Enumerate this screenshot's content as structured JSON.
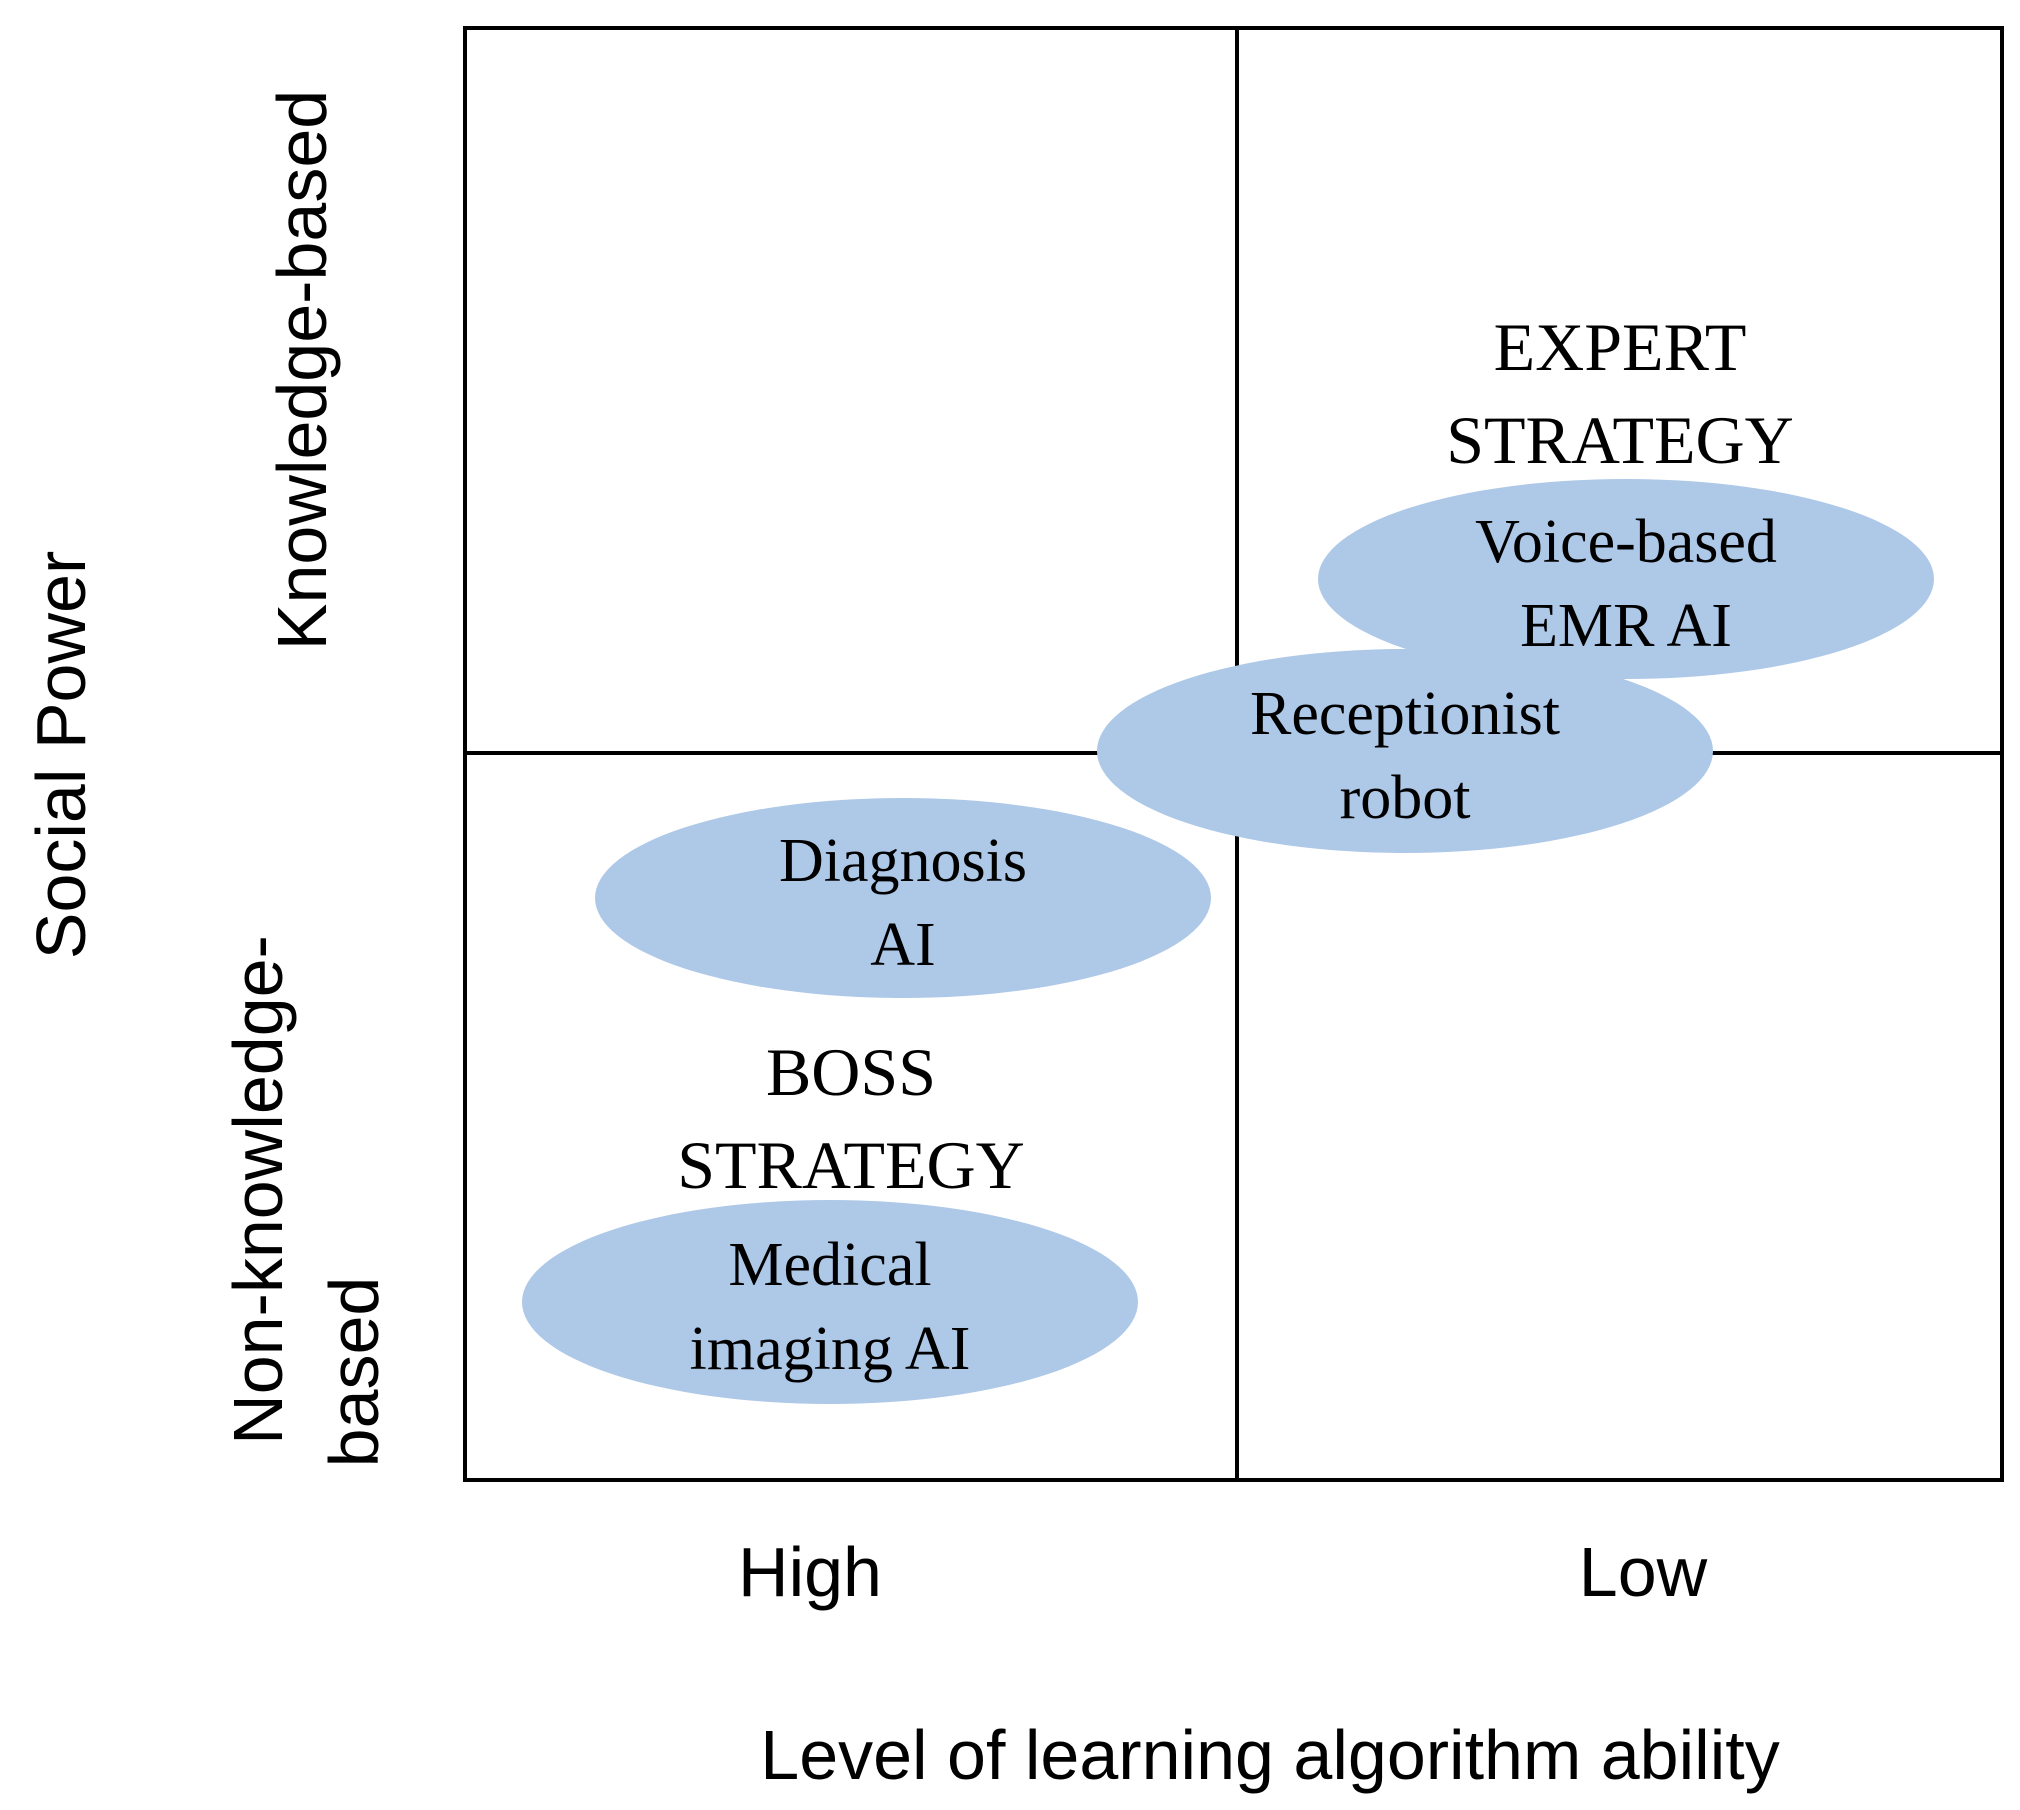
{
  "x_axis": {
    "title": "Level of learning algorithm ability",
    "high_label": "High",
    "low_label": "Low"
  },
  "y_axis": {
    "title": "Social Power",
    "top_label": "Knowledge-based",
    "bottom_label_line1": "Non-knowledge-",
    "bottom_label_line2": "based"
  },
  "strategies": {
    "expert_line1": "EXPERT",
    "expert_line2": "STRATEGY",
    "boss_line1": "BOSS",
    "boss_line2": "STRATEGY"
  },
  "bubbles": {
    "voice_line1": "Voice-based",
    "voice_line2": "EMR AI",
    "receptionist_line1": "Receptionist",
    "receptionist_line2": "robot",
    "diagnosis_line1": "Diagnosis",
    "diagnosis_line2": "AI",
    "imaging_line1": "Medical",
    "imaging_line2": "imaging AI"
  },
  "colors": {
    "bubble_fill": "#aec8e8",
    "lines": "#000000"
  }
}
